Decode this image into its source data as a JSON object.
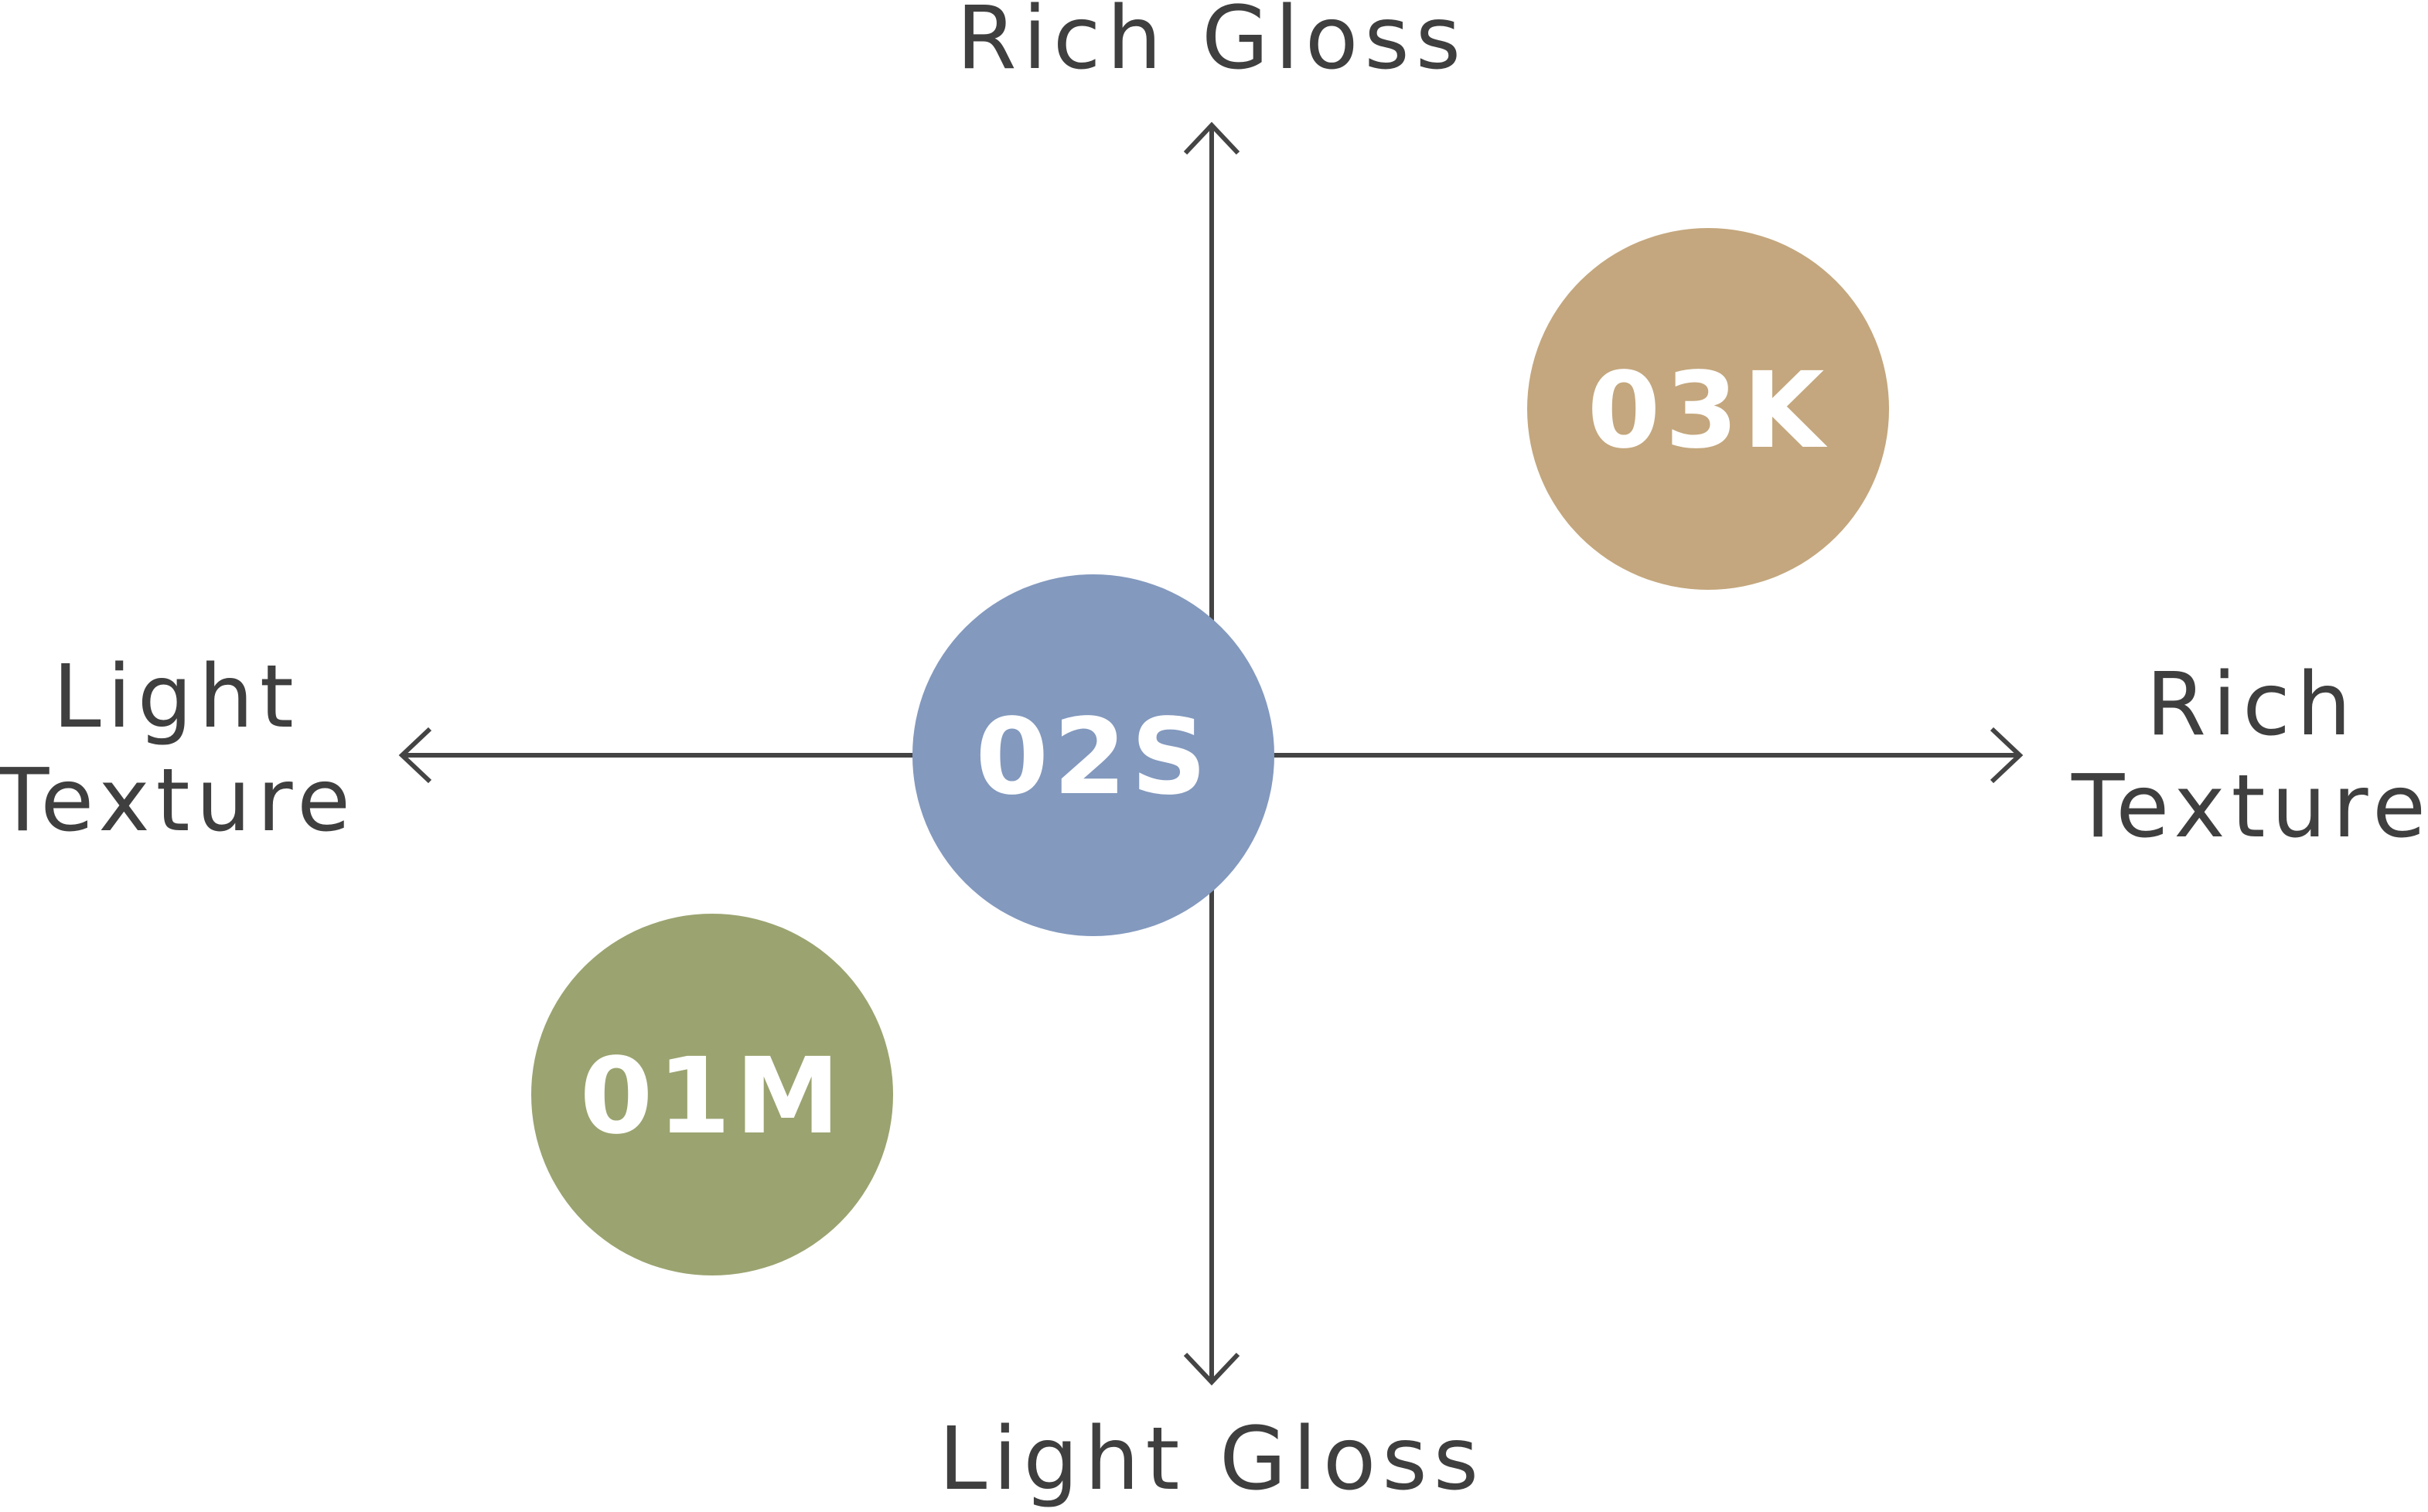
{
  "axes": {
    "top": "Rich Gloss",
    "bottom": "Light Gloss",
    "left": [
      "Light",
      "Texture"
    ],
    "right": [
      "Rich",
      "Texture"
    ]
  },
  "items": [
    {
      "label": "03K",
      "color": "#C4A77E",
      "texture": "rich",
      "gloss": "rich"
    },
    {
      "label": "02S",
      "color": "#8399BE",
      "texture": "neutral",
      "gloss": "neutral"
    },
    {
      "label": "01M",
      "color": "#9BA370",
      "texture": "light",
      "gloss": "light"
    }
  ],
  "colors": {
    "axis": "#444444"
  }
}
